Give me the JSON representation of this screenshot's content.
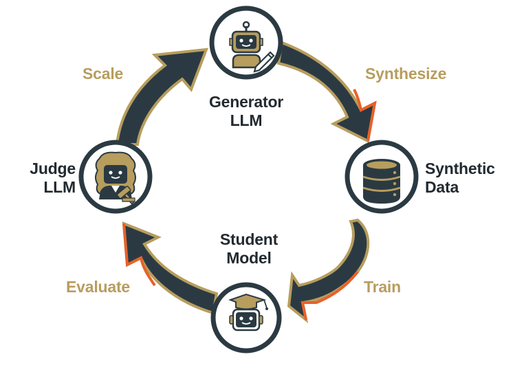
{
  "colors": {
    "dark": "#2b3a42",
    "gold": "#b79d5e",
    "orange": "#e8612a",
    "text": "#222a30",
    "background": "#ffffff"
  },
  "nodes": [
    {
      "id": "generator",
      "line1": "Generator",
      "line2": "LLM",
      "icon": "robot-writing-icon"
    },
    {
      "id": "synthetic-data",
      "line1": "Synthetic",
      "line2": "Data",
      "icon": "database-icon"
    },
    {
      "id": "student",
      "line1": "Student",
      "line2": "Model",
      "icon": "robot-graduate-icon"
    },
    {
      "id": "judge",
      "line1": "Judge",
      "line2": "LLM",
      "icon": "robot-judge-icon"
    }
  ],
  "edges": [
    {
      "from": "generator",
      "to": "synthetic-data",
      "label": "Synthesize"
    },
    {
      "from": "synthetic-data",
      "to": "student",
      "label": "Train"
    },
    {
      "from": "student",
      "to": "judge",
      "label": "Evaluate"
    },
    {
      "from": "judge",
      "to": "generator",
      "label": "Scale"
    }
  ]
}
